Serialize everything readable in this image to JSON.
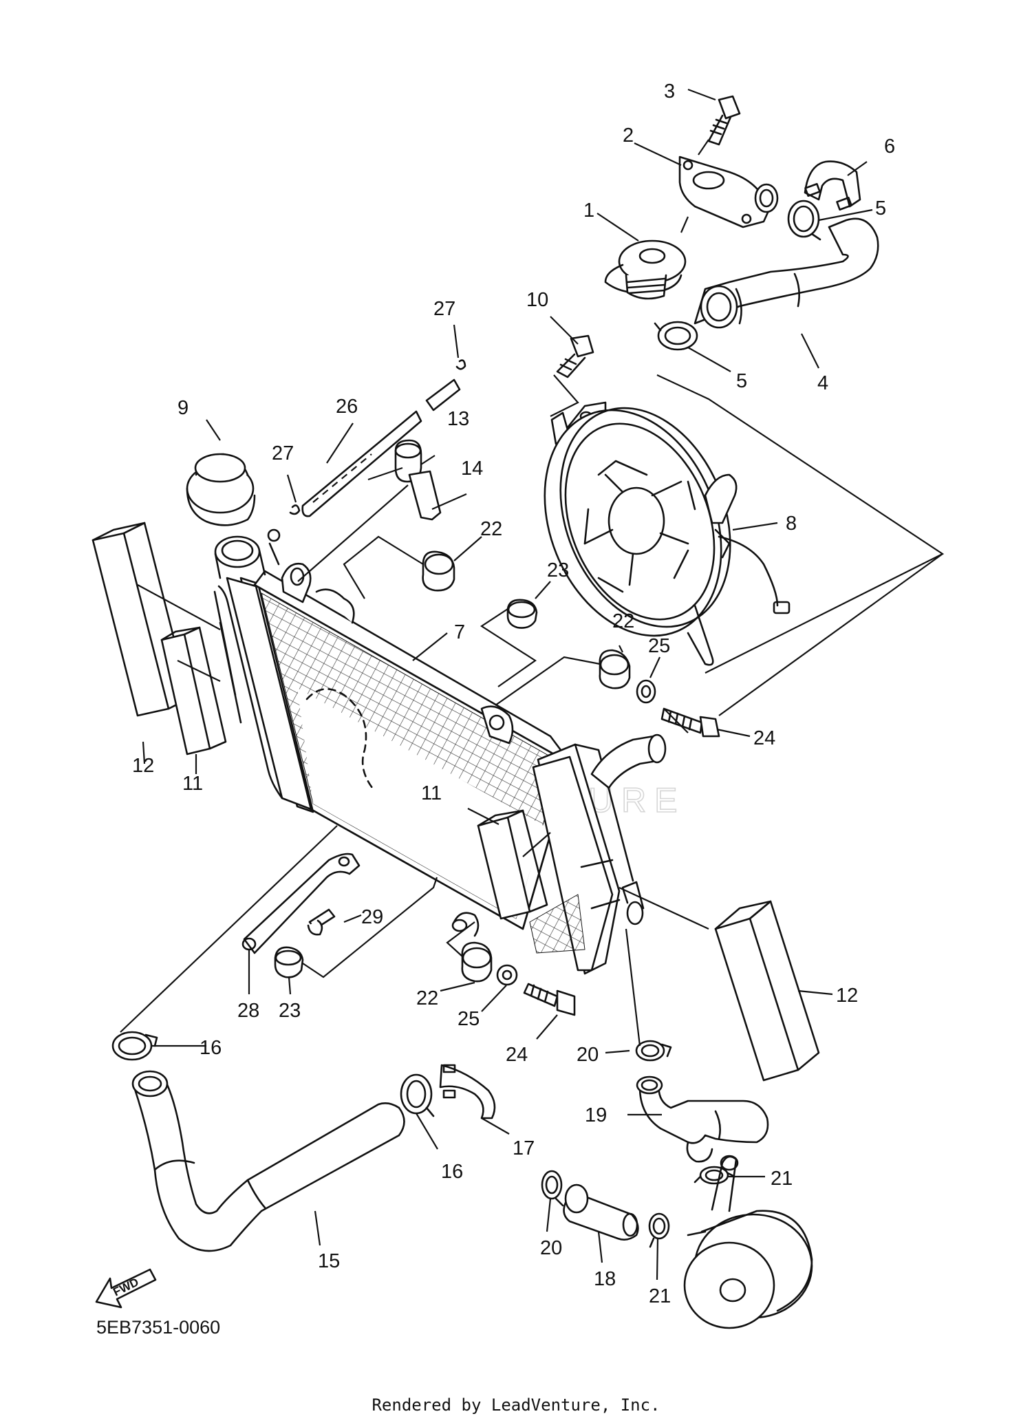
{
  "diagram": {
    "code": "5EB7351-0060",
    "credit": "Rendered by LeadVenture, Inc.",
    "watermark": "LEADVENTURE",
    "direction_arrow": "FWD",
    "callouts": [
      {
        "id": "c1",
        "text": "1"
      },
      {
        "id": "c2",
        "text": "2"
      },
      {
        "id": "c3",
        "text": "3"
      },
      {
        "id": "c4",
        "text": "4"
      },
      {
        "id": "c5a",
        "text": "5"
      },
      {
        "id": "c5b",
        "text": "5"
      },
      {
        "id": "c6",
        "text": "6"
      },
      {
        "id": "c7",
        "text": "7"
      },
      {
        "id": "c8",
        "text": "8"
      },
      {
        "id": "c9",
        "text": "9"
      },
      {
        "id": "c10",
        "text": "10"
      },
      {
        "id": "c11a",
        "text": "11"
      },
      {
        "id": "c11b",
        "text": "11"
      },
      {
        "id": "c12a",
        "text": "12"
      },
      {
        "id": "c12b",
        "text": "12"
      },
      {
        "id": "c13",
        "text": "13"
      },
      {
        "id": "c14",
        "text": "14"
      },
      {
        "id": "c15",
        "text": "15"
      },
      {
        "id": "c16a",
        "text": "16"
      },
      {
        "id": "c16b",
        "text": "16"
      },
      {
        "id": "c17",
        "text": "17"
      },
      {
        "id": "c18",
        "text": "18"
      },
      {
        "id": "c19",
        "text": "19"
      },
      {
        "id": "c20a",
        "text": "20"
      },
      {
        "id": "c20b",
        "text": "20"
      },
      {
        "id": "c21a",
        "text": "21"
      },
      {
        "id": "c21b",
        "text": "21"
      },
      {
        "id": "c22a",
        "text": "22"
      },
      {
        "id": "c22b",
        "text": "22"
      },
      {
        "id": "c22c",
        "text": "22"
      },
      {
        "id": "c23a",
        "text": "23"
      },
      {
        "id": "c23b",
        "text": "23"
      },
      {
        "id": "c24a",
        "text": "24"
      },
      {
        "id": "c24b",
        "text": "24"
      },
      {
        "id": "c25a",
        "text": "25"
      },
      {
        "id": "c25b",
        "text": "25"
      },
      {
        "id": "c26",
        "text": "26"
      },
      {
        "id": "c27a",
        "text": "27"
      },
      {
        "id": "c27b",
        "text": "27"
      },
      {
        "id": "c28",
        "text": "28"
      },
      {
        "id": "c29",
        "text": "29"
      }
    ]
  }
}
